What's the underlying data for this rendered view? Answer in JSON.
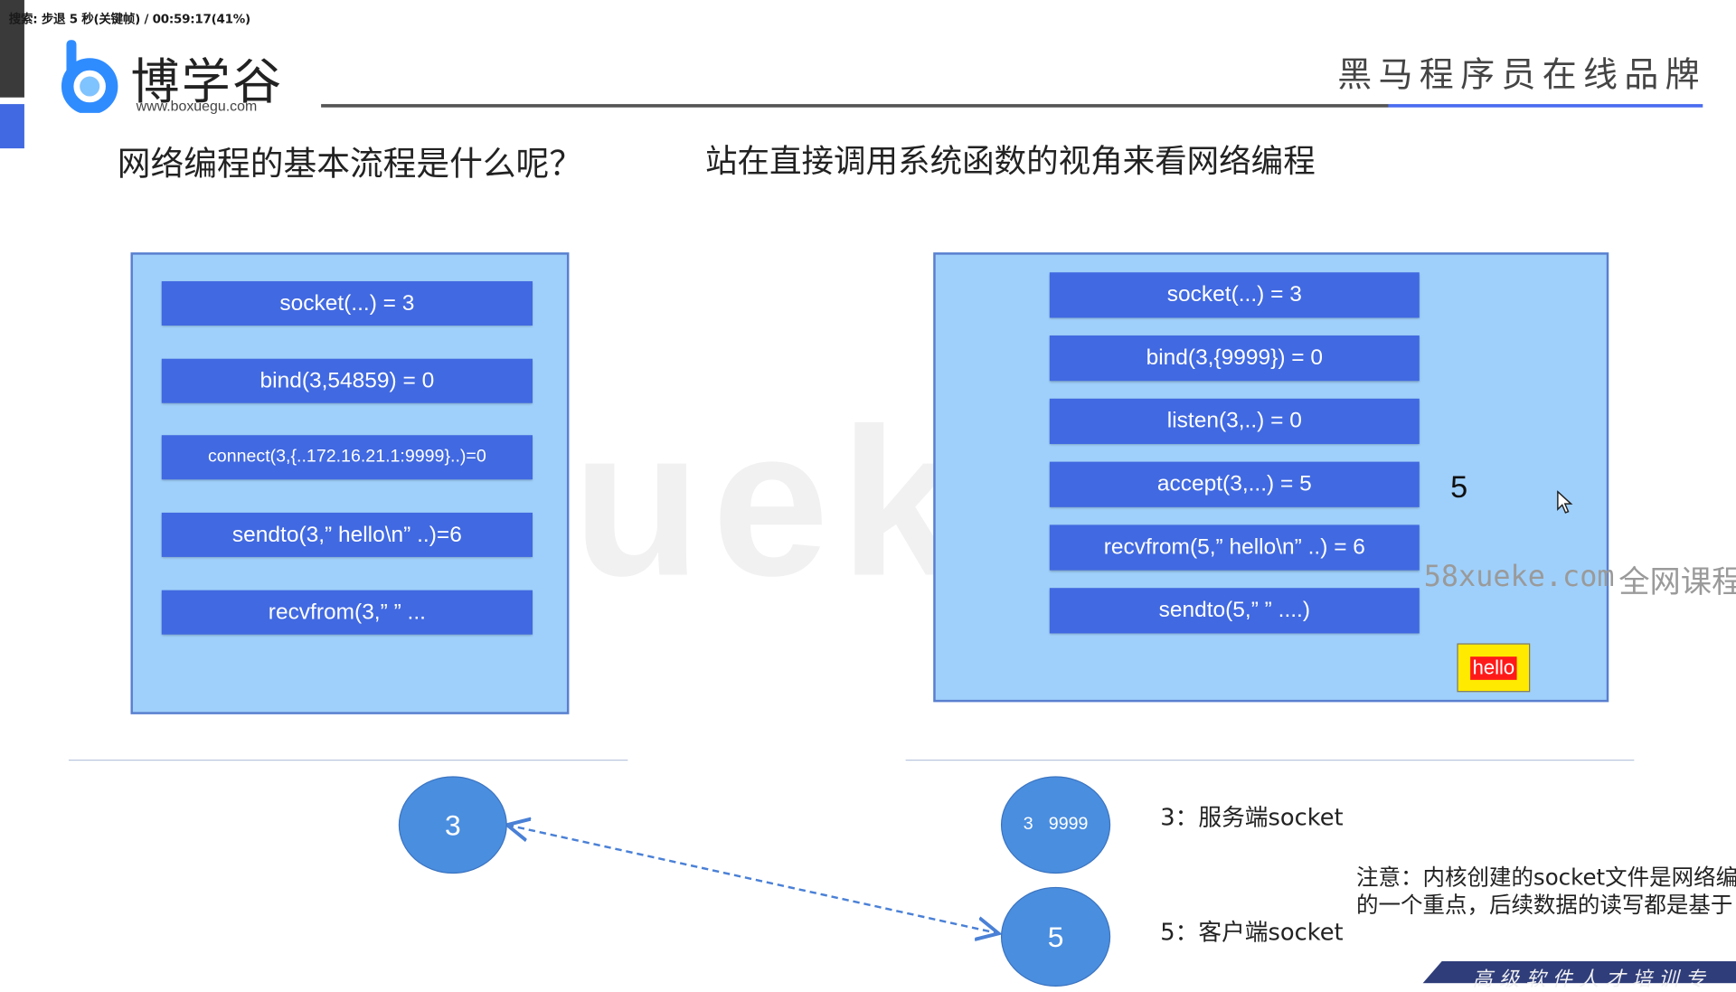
{
  "player": {
    "status_text": "搜索: 步退 5 秒(关键帧) / 00:59:17(41%)"
  },
  "header": {
    "logo_text": "博学谷",
    "logo_url": "www.boxuegu.com",
    "brand_right": "黑马程序员在线品牌"
  },
  "slide": {
    "title_question": "网络编程的基本流程是什么呢？",
    "title_subtitle": "站在直接调用系统函数的视角来看网络编程",
    "watermark_big": "58xueke.com",
    "client_calls": [
      "socket(...) = 3",
      "bind(3,54859) = 0",
      "connect(3,{..172.16.21.1:9999}..)=0",
      "sendto(3,” hello\\n” ..)=6",
      "recvfrom(3,” ” ..."
    ],
    "server_calls": [
      "socket(...) = 3",
      "bind(3,{9999}) = 0",
      "listen(3,..) = 0",
      "accept(3,...) = 5",
      "recvfrom(5,” hello\\n” ..) = 6",
      "sendto(5,” ” ....)"
    ],
    "accept_result": "5",
    "hello_badge": "hello",
    "watermark_url": "58xueke.com",
    "watermark_cn": "全网课程",
    "circles": {
      "client_fd": "3",
      "server_fd": "3",
      "server_port": "9999",
      "conn_fd": "5"
    },
    "legend_server": "3：服务端socket",
    "legend_client": "5：客户端socket",
    "note_line1": "注意：内核创建的socket文件是网络编",
    "note_line2": "的一个重点，后续数据的读写都是基于",
    "bottom_banner": "高级软件人才培训专"
  },
  "colors": {
    "panel_bg": "#9fd0fb",
    "call_bg": "#4169e1",
    "circle_bg": "#4a8ee0",
    "hello_bg": "#ffea00",
    "hello_text_bg": "#ff1a1a",
    "header_accent": "#4a6cf0"
  },
  "icons": [
    "boxuegu-logo-icon",
    "mouse-cursor-icon",
    "dashed-arrow-icon"
  ]
}
